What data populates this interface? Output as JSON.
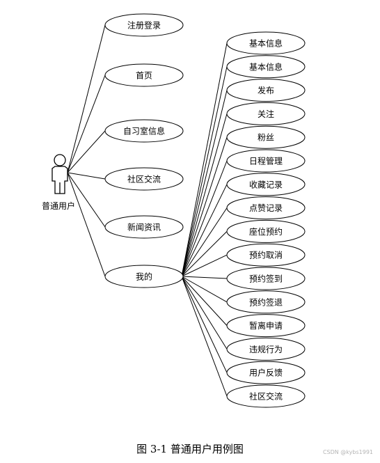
{
  "actor": {
    "label": "普通用户"
  },
  "left_use_cases": [
    "注册登录",
    "首页",
    "自习室信息",
    "社区交流",
    "新闻资讯",
    "我的"
  ],
  "right_use_cases": [
    "基本信息",
    "基本信息",
    "发布",
    "关注",
    "粉丝",
    "日程管理",
    "收藏记录",
    "点赞记录",
    "座位预约",
    "预约取消",
    "预约签到",
    "预约签退",
    "暂离申请",
    "违规行为",
    "用户反馈",
    "社区交流"
  ],
  "caption": "图 3-1  普通用户用例图",
  "watermark": "CSDN @kybs1991"
}
